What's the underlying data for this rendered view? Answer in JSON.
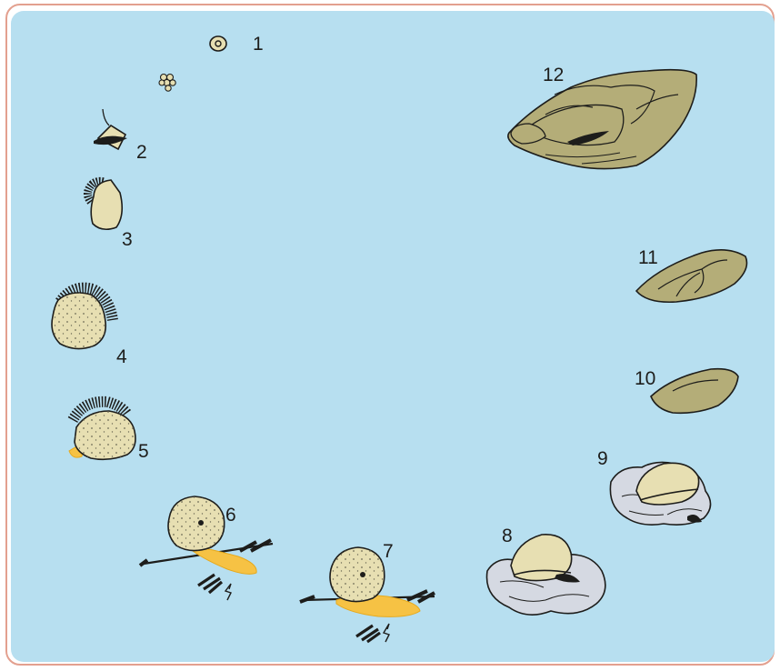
{
  "stages": [
    {
      "label": "1"
    },
    {
      "label": "2"
    },
    {
      "label": "3"
    },
    {
      "label": "4"
    },
    {
      "label": "5"
    },
    {
      "label": "6"
    },
    {
      "label": "7"
    },
    {
      "label": "8"
    },
    {
      "label": "9"
    },
    {
      "label": "10"
    },
    {
      "label": "11"
    },
    {
      "label": "12"
    }
  ],
  "colors": {
    "background": "#b7dff0",
    "frame": "#e3a08f",
    "shell_young": "#e7dfb2",
    "shell_old": "#b4ad78",
    "foot": "#f6c244",
    "substrate": "#d5d9e2",
    "velum": "#1d1d1b"
  }
}
